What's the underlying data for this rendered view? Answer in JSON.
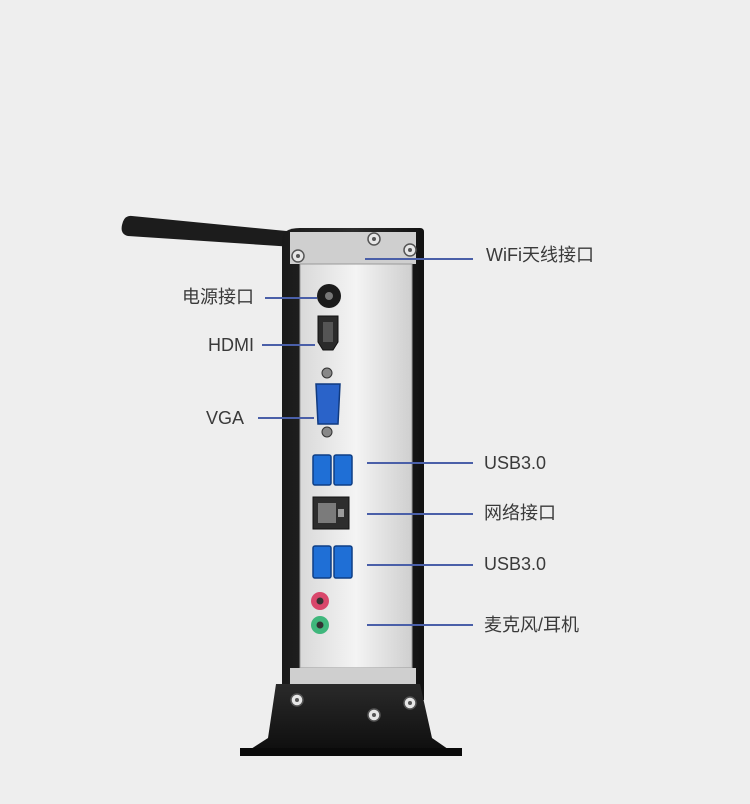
{
  "labels": {
    "wifi": "WiFi天线接口",
    "power": "电源接口",
    "hdmi": "HDMI",
    "vga": "VGA",
    "usb_top": "USB3.0",
    "network": "网络接口",
    "usb_bottom": "USB3.0",
    "audio": "麦克风/耳机"
  },
  "colors": {
    "background": "#eeeeee",
    "leader_line": "#4a5fa8",
    "usb_blue": "#1f6fd6",
    "vga_blue": "#2a63c9",
    "mic_pink": "#d9476b",
    "headphone_green": "#3fb77c"
  }
}
